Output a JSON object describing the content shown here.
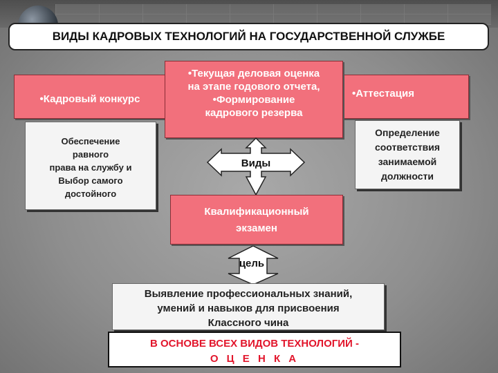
{
  "title": "ВИДЫ КАДРОВЫХ ТЕХНОЛОГИЙ НА ГОСУДАРСТВЕННОЙ СЛУЖБЕ",
  "types": {
    "konkurs": "•Кадровый конкурс",
    "ocenka_line1": "•Текущая деловая оценка",
    "ocenka_line2": "на этапе годового отчета,",
    "ocenka_line3": "•Формирование",
    "ocenka_line4": "кадрового резерва",
    "attestation": "•Аттестация",
    "exam_line1": "Квалификационный",
    "exam_line2": "экзамен"
  },
  "descriptions": {
    "konkurs_line1": "Обеспечение",
    "konkurs_line2": "равного",
    "konkurs_line3": "права на службу и",
    "konkurs_line4": "Выбор самого",
    "konkurs_line5": "достойного",
    "attestation_line1": "Определение",
    "attestation_line2": "соответствия",
    "attestation_line3": "занимаемой",
    "attestation_line4": "должности"
  },
  "arrows": {
    "center_label": "Виды",
    "goal_label": "цель"
  },
  "goal": {
    "line1": "Выявление  профессиональных знаний,",
    "line2": "умений и навыков для присвоения",
    "line3": "Классного чина"
  },
  "basis": {
    "line1": "В ОСНОВЕ ВСЕХ  ВИДОВ ТЕХНОЛОГИЙ -",
    "line2": "О Ц Е Н К А"
  },
  "colors": {
    "accent_pink": "#f2707c",
    "basis_text": "#e2152b",
    "background": "#8e8e8e"
  }
}
